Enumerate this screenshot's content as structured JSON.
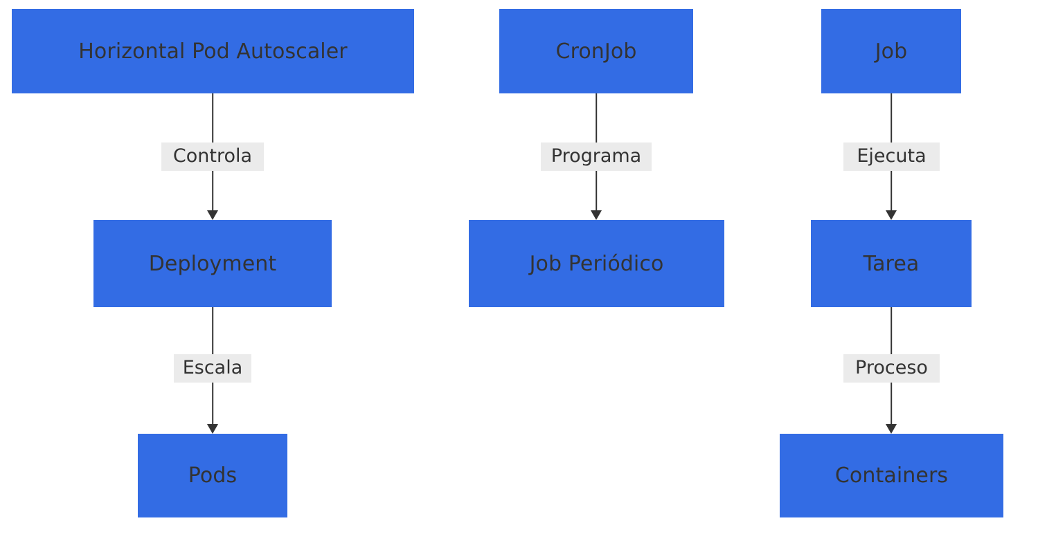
{
  "diagram": {
    "type": "flowchart",
    "direction": "top-down",
    "background": "#ffffff",
    "node_color": "#336CE4",
    "node_text_color": "#333333",
    "edge_color": "#333333",
    "edge_label_background": "#EBEBEB",
    "columns": [
      {
        "id": "col-hpa",
        "nodes": [
          {
            "id": "hpa",
            "label": "Horizontal Pod Autoscaler"
          },
          {
            "id": "deployment",
            "label": "Deployment"
          },
          {
            "id": "pods",
            "label": "Pods"
          }
        ],
        "edges": [
          {
            "id": "hpa-deployment",
            "label": "Controla",
            "from": "hpa",
            "to": "deployment"
          },
          {
            "id": "deployment-pods",
            "label": "Escala",
            "from": "deployment",
            "to": "pods"
          }
        ]
      },
      {
        "id": "col-cronjob",
        "nodes": [
          {
            "id": "cronjob",
            "label": "CronJob"
          },
          {
            "id": "job-periodico",
            "label": "Job Periódico"
          }
        ],
        "edges": [
          {
            "id": "cronjob-jobperiodico",
            "label": "Programa",
            "from": "cronjob",
            "to": "job-periodico"
          }
        ]
      },
      {
        "id": "col-job",
        "nodes": [
          {
            "id": "job",
            "label": "Job"
          },
          {
            "id": "tarea",
            "label": "Tarea"
          },
          {
            "id": "containers",
            "label": "Containers"
          }
        ],
        "edges": [
          {
            "id": "job-tarea",
            "label": "Ejecuta",
            "from": "job",
            "to": "tarea"
          },
          {
            "id": "tarea-containers",
            "label": "Proceso",
            "from": "tarea",
            "to": "containers"
          }
        ]
      }
    ]
  }
}
